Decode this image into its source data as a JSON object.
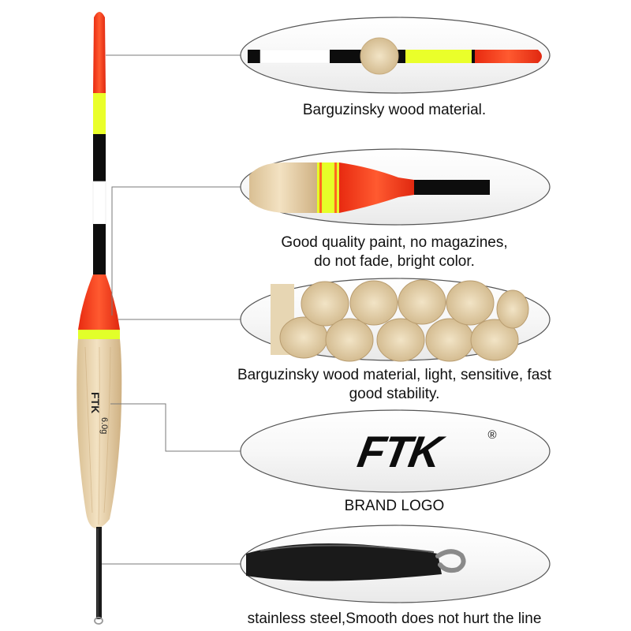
{
  "float": {
    "printed_brand": "FTK",
    "printed_weight": "6.0g",
    "colors": {
      "tip_red": "#ff3a1a",
      "tip_yellow": "#eaff2a",
      "band_black": "#0d0d0d",
      "wood": "#e8d3ad",
      "stem_black": "#1a1a1a"
    }
  },
  "callouts": [
    {
      "id": "tip",
      "caption_lines": [
        "Barguzinsky wood material."
      ]
    },
    {
      "id": "paint",
      "caption_lines": [
        "Good quality paint, no magazines,",
        "do not fade, bright color."
      ]
    },
    {
      "id": "wood",
      "caption_lines": [
        "Barguzinsky wood material, light, sensitive, fast",
        "good stability."
      ]
    },
    {
      "id": "logo",
      "caption_lines": [
        "BRAND LOGO"
      ],
      "logo_text": "FTK",
      "registered_mark": "®"
    },
    {
      "id": "stem",
      "caption_lines": [
        "stainless steel,Smooth does not hurt the line"
      ]
    }
  ]
}
